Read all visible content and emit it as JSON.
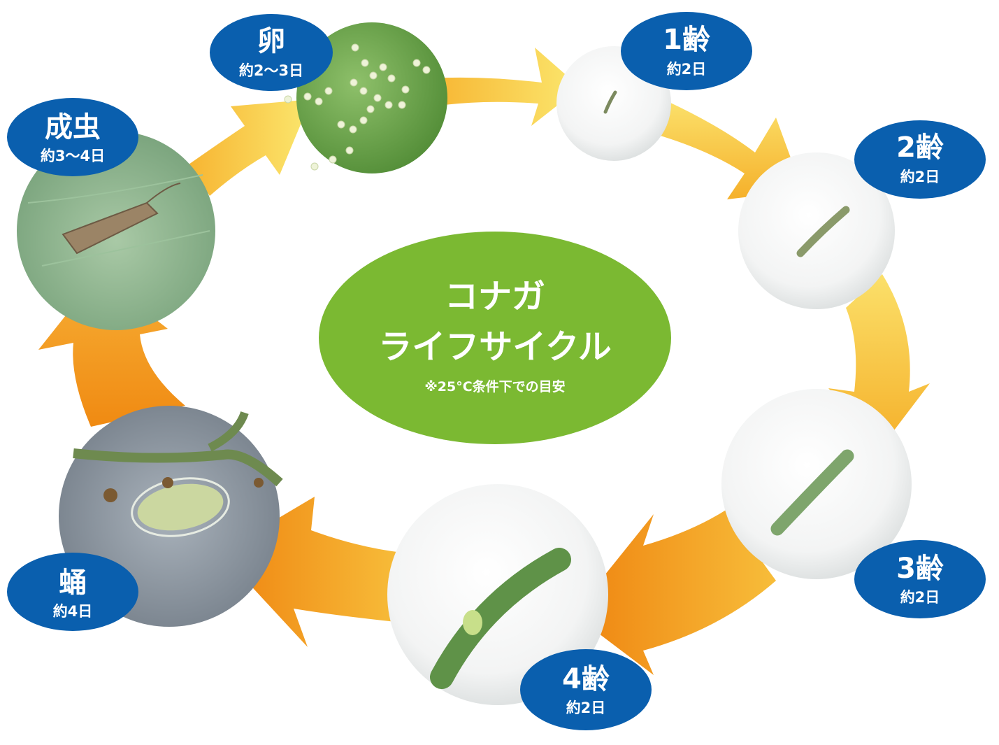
{
  "center": {
    "title_line1": "コナガ",
    "title_line2": "ライフサイクル",
    "note": "※25°C条件下での目安"
  },
  "stages": {
    "egg": {
      "label": "卵",
      "duration": "約2～3日"
    },
    "instar1": {
      "label": "1齢",
      "duration": "約2日"
    },
    "instar2": {
      "label": "2齢",
      "duration": "約2日"
    },
    "instar3": {
      "label": "3齢",
      "duration": "約2日"
    },
    "instar4": {
      "label": "4齢",
      "duration": "約2日"
    },
    "pupa": {
      "label": "蛹",
      "duration": "約4日"
    },
    "adult": {
      "label": "成虫",
      "duration": "約3～4日"
    }
  },
  "colors": {
    "badge": "#0a5fae",
    "center": "#7bb932",
    "arrow_light": "#fbe36a",
    "arrow_dark": "#f08a12"
  }
}
